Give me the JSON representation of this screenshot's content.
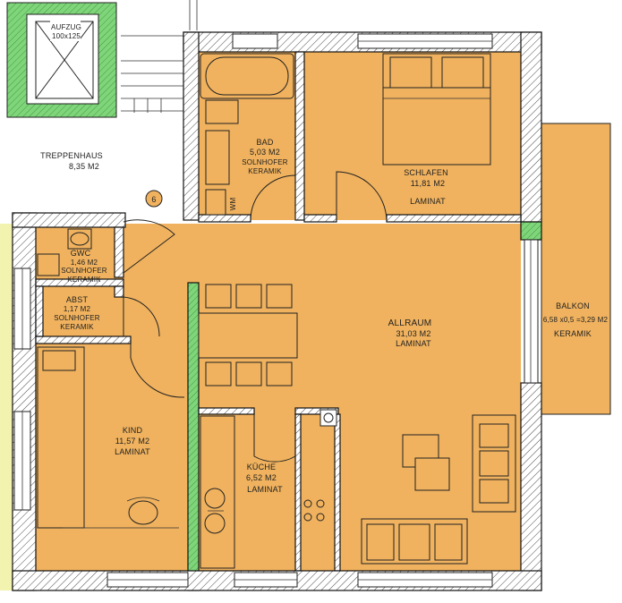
{
  "rooms": {
    "elevator": {
      "name": "AUFZUG",
      "size": "100x125"
    },
    "stairwell": {
      "name": "TREPPENHAUS",
      "area": "8,35 M2"
    },
    "marker": {
      "label": "6"
    },
    "bath": {
      "name": "BAD",
      "area": "5,03 M2",
      "floor1": "SOLNHOFER",
      "floor2": "KERAMIK"
    },
    "wm": {
      "label": "WM"
    },
    "bedroom": {
      "name": "SCHLAFEN",
      "area": "11,81 M2",
      "floor": "LAMINAT"
    },
    "guest_wc": {
      "name": "GWC",
      "area": "1,46 M2",
      "floor1": "SOLNHOFER",
      "floor2": "KERAMIK"
    },
    "storage": {
      "name": "ABST",
      "area": "1,17 M2",
      "floor1": "SOLNHOFER",
      "floor2": "KERAMIK"
    },
    "living": {
      "name": "ALLRAUM",
      "area": "31,03 M2",
      "floor": "LAMINAT"
    },
    "balcony": {
      "name": "BALKON",
      "area": "6,58 x0,5 =3,29 M2",
      "floor": "KERAMIK"
    },
    "child": {
      "name": "KIND",
      "area": "11,57 M2",
      "floor": "LAMINAT"
    },
    "kitchen": {
      "name": "KÜCHE",
      "area": "6,52 M2",
      "floor": "LAMINAT"
    }
  },
  "colors": {
    "floor": "#f0b25e",
    "wall_green": "#7fd67a",
    "neighbor": "#f3f3b0",
    "line": "#222222"
  }
}
